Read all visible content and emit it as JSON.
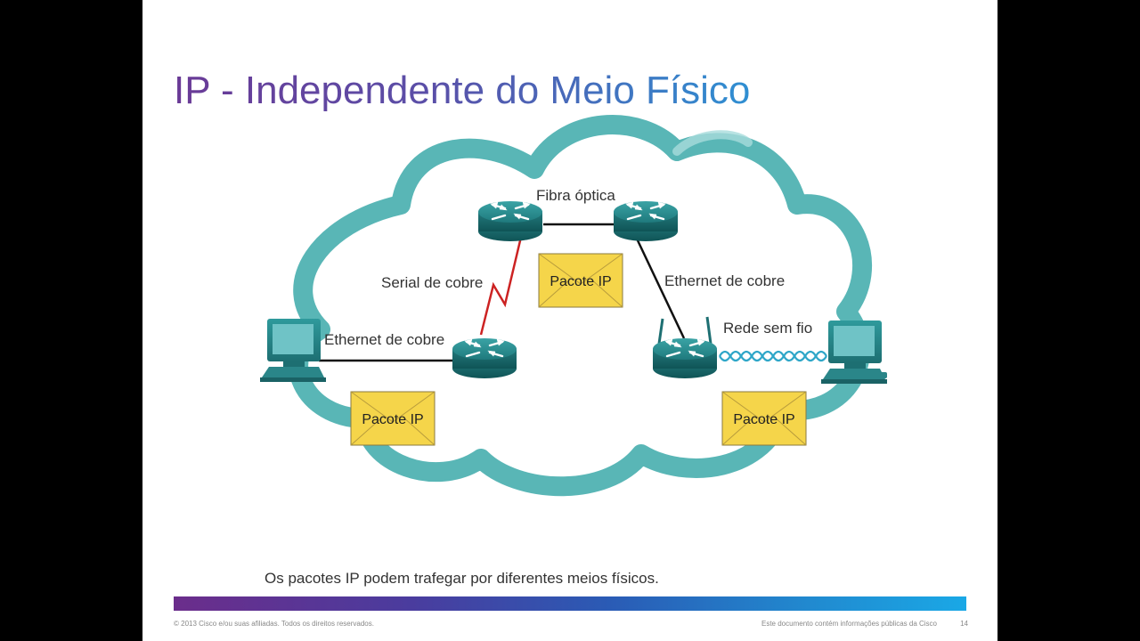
{
  "slide": {
    "title": "IP - Independente do Meio Físico",
    "caption": "Os pacotes IP podem trafegar por diferentes meios físicos.",
    "footer_left": "© 2013 Cisco e/ou suas afiliadas. Todos os direitos reservados.",
    "footer_right": "Este documento contém informações públicas da Cisco",
    "page_number": "14"
  },
  "diagram": {
    "labels": {
      "fiber": "Fibra óptica",
      "serial": "Serial de cobre",
      "ethernet_left": "Ethernet de cobre",
      "ethernet_right": "Ethernet de cobre",
      "wireless": "Rede sem fio"
    },
    "packets": {
      "top": "Pacote IP",
      "left": "Pacote IP",
      "right": "Pacote IP"
    }
  },
  "colors": {
    "cloud": "#4bb0b0",
    "router": "#2c8d8f",
    "packet": "#f5d54a",
    "serial_link": "#cc2222"
  }
}
